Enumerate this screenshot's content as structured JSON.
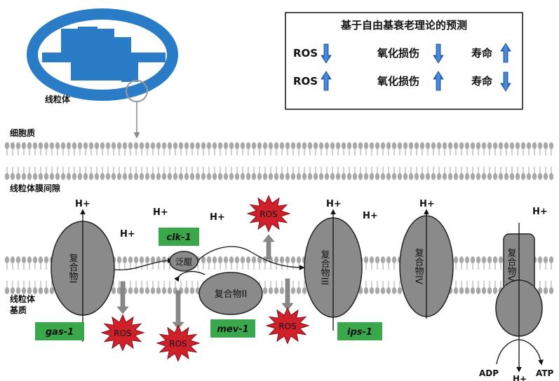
{
  "labels": {
    "mitochondrion": "线粒体",
    "cytoplasm": "细胞质",
    "intermembrane_space": "线粒体膜间隙",
    "matrix_line1": "线粒体",
    "matrix_line2": "基质"
  },
  "legend": {
    "title": "基于自由基衰老理论的预测",
    "rows": [
      {
        "ros": "ROS",
        "ros_arrow": "down",
        "damage": "氧化损伤",
        "damage_arrow": "down",
        "lifespan": "寿命",
        "lifespan_arrow": "up"
      },
      {
        "ros": "ROS",
        "ros_arrow": "up",
        "damage": "氧化损伤",
        "damage_arrow": "up",
        "lifespan": "寿命",
        "lifespan_arrow": "down"
      }
    ]
  },
  "complexes": {
    "c1": "复合物I",
    "c2": "复合物II",
    "c3": "复合物III",
    "c4": "复合物IV",
    "c5": "复合物V",
    "ubiquinone": "泛醌"
  },
  "proton": "H+",
  "genes": {
    "gas1": "gas-1",
    "clk1": "clk-1",
    "mev1": "mev-1",
    "isp1": "ips-1"
  },
  "ros_label": "ROS",
  "atp": {
    "adp": "ADP",
    "atp": "ATP"
  },
  "colors": {
    "mito_blue": "#2a7cc7",
    "complex_gray": "#8a8a8a",
    "gene_green": "#3aa84a",
    "ros_red": "#d0202a",
    "arrow_blue": "#2a6fd0",
    "membrane_gray": "#a0a0a0"
  }
}
